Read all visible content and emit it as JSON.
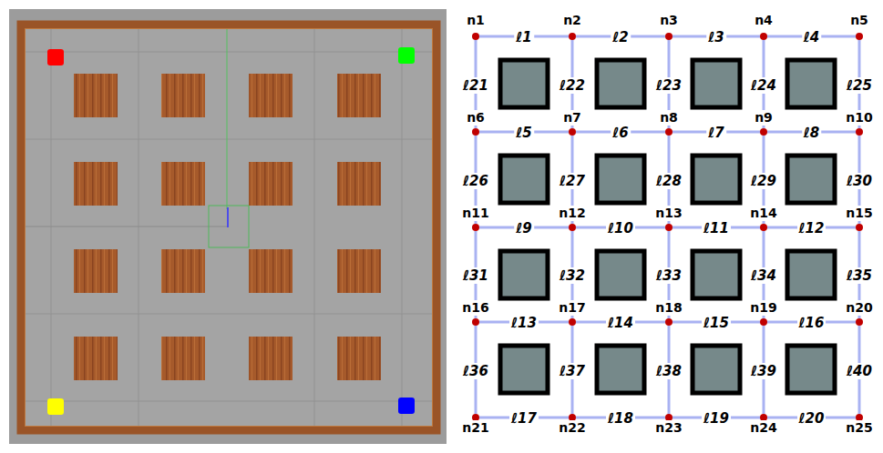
{
  "diagram": {
    "nodes": [
      {
        "text": [
          "n1"
        ]
      },
      {
        "text": [
          "n2"
        ]
      },
      {
        "text": [
          "n3"
        ]
      },
      {
        "text": [
          "n4"
        ]
      },
      {
        "text": [
          "n5"
        ]
      },
      {
        "text": [
          "n6"
        ]
      },
      {
        "text": [
          "n7"
        ]
      },
      {
        "text": [
          "n8"
        ]
      },
      {
        "text": [
          "n9"
        ]
      },
      {
        "text": [
          "n10"
        ]
      },
      {
        "text": [
          "n11"
        ]
      },
      {
        "text": [
          "n12"
        ]
      },
      {
        "text": [
          "n13"
        ]
      },
      {
        "text": [
          "n14"
        ]
      },
      {
        "text": [
          "n15"
        ]
      },
      {
        "text": [
          "n16"
        ]
      },
      {
        "text": [
          "n17"
        ]
      },
      {
        "text": [
          "n18"
        ]
      },
      {
        "text": [
          "n19"
        ]
      },
      {
        "text": [
          "n20"
        ]
      },
      {
        "text": [
          "n21"
        ]
      },
      {
        "text": [
          "n22"
        ]
      },
      {
        "text": [
          "n23"
        ]
      },
      {
        "text": [
          "n24"
        ]
      },
      {
        "text": [
          "n25"
        ]
      }
    ],
    "edges": [
      {
        "from": 0,
        "to": 1,
        "arrow": "none",
        "label": "ℓ1"
      },
      {
        "from": 1,
        "to": 2,
        "arrow": "none",
        "label": "ℓ2"
      },
      {
        "from": 2,
        "to": 3,
        "arrow": "none",
        "label": "ℓ3"
      },
      {
        "from": 3,
        "to": 4,
        "arrow": "none",
        "label": "ℓ4"
      },
      {
        "from": 5,
        "to": 6,
        "arrow": "none",
        "label": "ℓ5"
      },
      {
        "from": 6,
        "to": 7,
        "arrow": "none",
        "label": "ℓ6"
      },
      {
        "from": 7,
        "to": 8,
        "arrow": "none",
        "label": "ℓ7"
      },
      {
        "from": 8,
        "to": 9,
        "arrow": "none",
        "label": "ℓ8"
      },
      {
        "from": 10,
        "to": 11,
        "arrow": "none",
        "label": "ℓ9"
      },
      {
        "from": 11,
        "to": 12,
        "arrow": "none",
        "label": "ℓ10"
      },
      {
        "from": 12,
        "to": 13,
        "arrow": "none",
        "label": "ℓ11"
      },
      {
        "from": 13,
        "to": 14,
        "arrow": "none",
        "label": "ℓ12"
      },
      {
        "from": 15,
        "to": 16,
        "arrow": "none",
        "label": "ℓ13"
      },
      {
        "from": 16,
        "to": 17,
        "arrow": "none",
        "label": "ℓ14"
      },
      {
        "from": 17,
        "to": 18,
        "arrow": "none",
        "label": "ℓ15"
      },
      {
        "from": 18,
        "to": 19,
        "arrow": "none",
        "label": "ℓ16"
      },
      {
        "from": 20,
        "to": 21,
        "arrow": "none",
        "label": "ℓ17"
      },
      {
        "from": 21,
        "to": 22,
        "arrow": "none",
        "label": "ℓ18"
      },
      {
        "from": 22,
        "to": 23,
        "arrow": "none",
        "label": "ℓ19"
      },
      {
        "from": 23,
        "to": 24,
        "arrow": "none",
        "label": "ℓ20"
      },
      {
        "from": 0,
        "to": 5,
        "arrow": "none",
        "label": "ℓ21"
      },
      {
        "from": 1,
        "to": 6,
        "arrow": "none",
        "label": "ℓ22"
      },
      {
        "from": 2,
        "to": 7,
        "arrow": "none",
        "label": "ℓ23"
      },
      {
        "from": 3,
        "to": 8,
        "arrow": "none",
        "label": "ℓ24"
      },
      {
        "from": 4,
        "to": 9,
        "arrow": "none",
        "label": "ℓ25"
      },
      {
        "from": 5,
        "to": 10,
        "arrow": "none",
        "label": "ℓ26"
      },
      {
        "from": 6,
        "to": 11,
        "arrow": "none",
        "label": "ℓ27"
      },
      {
        "from": 7,
        "to": 12,
        "arrow": "none",
        "label": "ℓ28"
      },
      {
        "from": 8,
        "to": 13,
        "arrow": "none",
        "label": "ℓ29"
      },
      {
        "from": 9,
        "to": 14,
        "arrow": "none",
        "label": "ℓ30"
      },
      {
        "from": 10,
        "to": 15,
        "arrow": "none",
        "label": "ℓ31"
      },
      {
        "from": 11,
        "to": 16,
        "arrow": "none",
        "label": "ℓ32"
      },
      {
        "from": 12,
        "to": 17,
        "arrow": "none",
        "label": "ℓ33"
      },
      {
        "from": 13,
        "to": 18,
        "arrow": "none",
        "label": "ℓ34"
      },
      {
        "from": 14,
        "to": 19,
        "arrow": "none",
        "label": "ℓ35"
      },
      {
        "from": 15,
        "to": 20,
        "arrow": "none",
        "label": "ℓ36"
      },
      {
        "from": 16,
        "to": 21,
        "arrow": "none",
        "label": "ℓ37"
      },
      {
        "from": 17,
        "to": 22,
        "arrow": "none",
        "label": "ℓ38"
      },
      {
        "from": 18,
        "to": 23,
        "arrow": "none",
        "label": "ℓ39"
      },
      {
        "from": 19,
        "to": 24,
        "arrow": "none",
        "label": "ℓ40"
      }
    ]
  }
}
